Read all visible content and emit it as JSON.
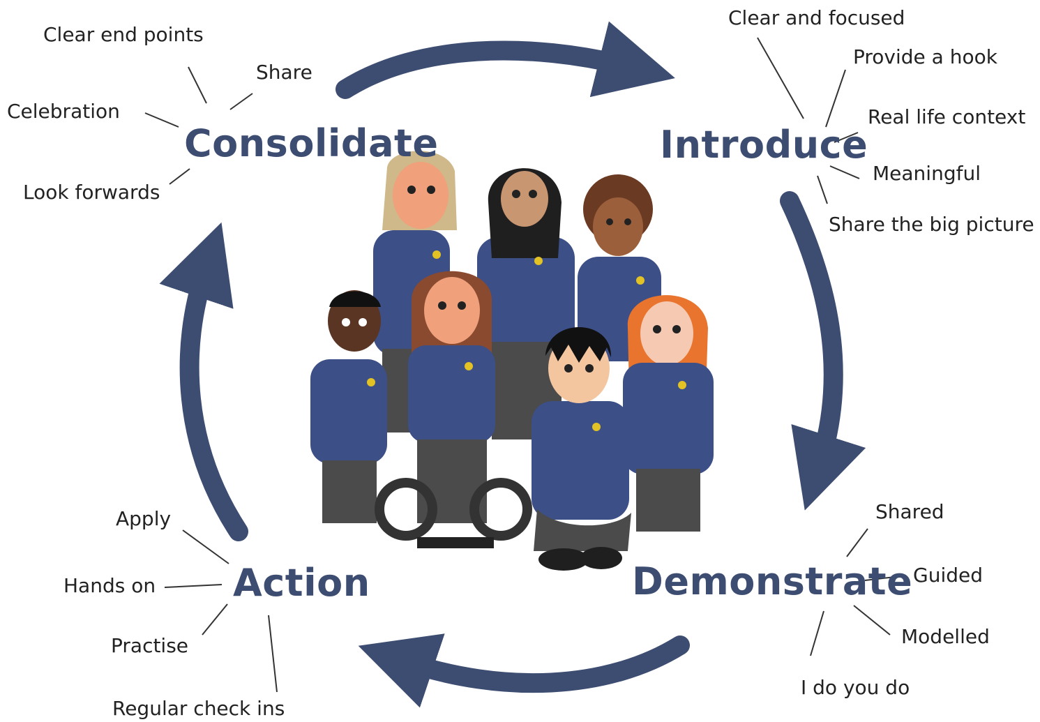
{
  "stages": {
    "consolidate": {
      "label": "Consolidate",
      "points": [
        "Clear end points",
        "Share",
        "Celebration",
        "Look forwards"
      ]
    },
    "introduce": {
      "label": "Introduce",
      "points": [
        "Clear and focused",
        "Provide a hook",
        "Real life context",
        "Meaningful",
        "Share the big picture"
      ]
    },
    "demonstrate": {
      "label": "Demonstrate",
      "points": [
        "Shared",
        "Guided",
        "Modelled",
        "I do you do"
      ]
    },
    "action": {
      "label": "Action",
      "points": [
        "Apply",
        "Hands on",
        "Practise",
        "Regular check ins"
      ]
    }
  },
  "colors": {
    "arrow": "#3d4d72",
    "stage_text": "#3d4d72",
    "point_text": "#222222",
    "connector": "#333333",
    "jumper": "#3c4f86",
    "trousers": "#4b4b4b",
    "badge": "#e2c224"
  },
  "illustration": {
    "subject": "group-of-seven-pupils-in-school-uniform",
    "icon": "children-illustration"
  }
}
